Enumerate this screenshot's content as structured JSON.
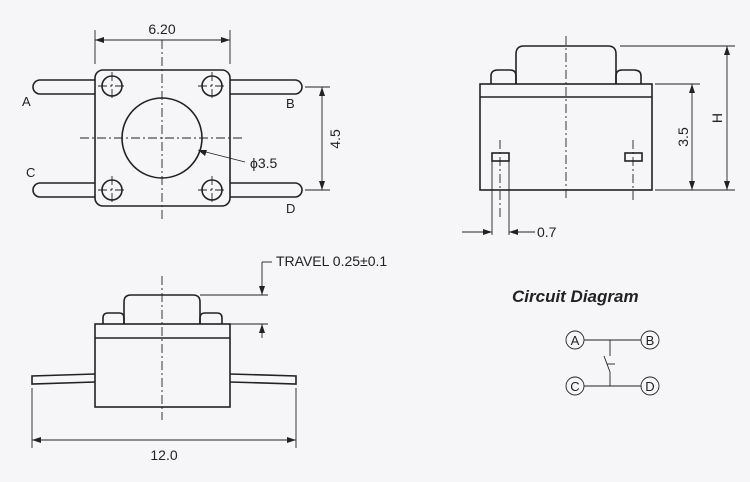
{
  "top_view": {
    "dim_width": "6.20",
    "dim_pitch": "4.5",
    "dim_button_dia": "ϕ3.5",
    "pins": [
      "A",
      "B",
      "C",
      "D"
    ]
  },
  "side_view": {
    "dim_height_body": "3.5",
    "dim_height_total": "H",
    "dim_pin": "0.7"
  },
  "front_view": {
    "travel": "TRAVEL 0.25±0.1",
    "dim_length": "12.0"
  },
  "circuit": {
    "title": "Circuit Diagram",
    "nodes": [
      "A",
      "B",
      "C",
      "D"
    ]
  }
}
